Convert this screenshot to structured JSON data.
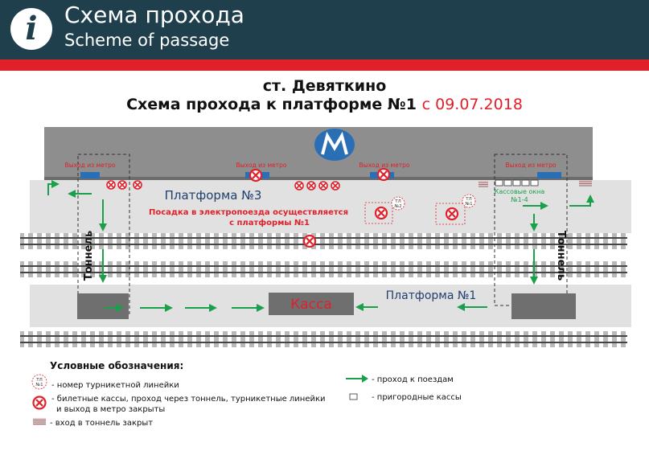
{
  "header": {
    "title_ru": "Схема прохода",
    "title_en": "Scheme of passage",
    "info_icon": "info-icon",
    "bg_color": "#1f3f4d",
    "accent_color": "#e0202a"
  },
  "station": "ст. Девяткино",
  "scheme": {
    "title": "Схема прохода к платформе №1",
    "date": "с 09.07.2018"
  },
  "diagram": {
    "metro_exit_label": "Выход из метро",
    "platform3_label": "Платформа №3",
    "boarding_note_line1": "Посадка в электропоезда осуществляется",
    "boarding_note_line2": "с платформы №1",
    "platform1_label": "Платформа №1",
    "kassa_label": "Касса",
    "tunnel_label": "Тоннель",
    "cash_windows_line1": "Кассовые окна",
    "cash_windows_line2": "№1-4",
    "turnstile_tl": "ТЛ",
    "turnstile_1": "№1",
    "turnstile_2": "№2",
    "metro_logo": "metro-logo-icon"
  },
  "legend": {
    "title": "Условные обозначения:",
    "turnstile_item": "- номер турникетной линейки",
    "closed_item_line1": "- билетные кассы, проход через тоннель, турникетные линейки",
    "closed_item_line2": "и выход в метро закрыты",
    "tunnel_closed_item": "- вход в тоннель закрыт",
    "passage_item": "- проход к поездам",
    "suburban_item": "- пригородные кассы"
  }
}
